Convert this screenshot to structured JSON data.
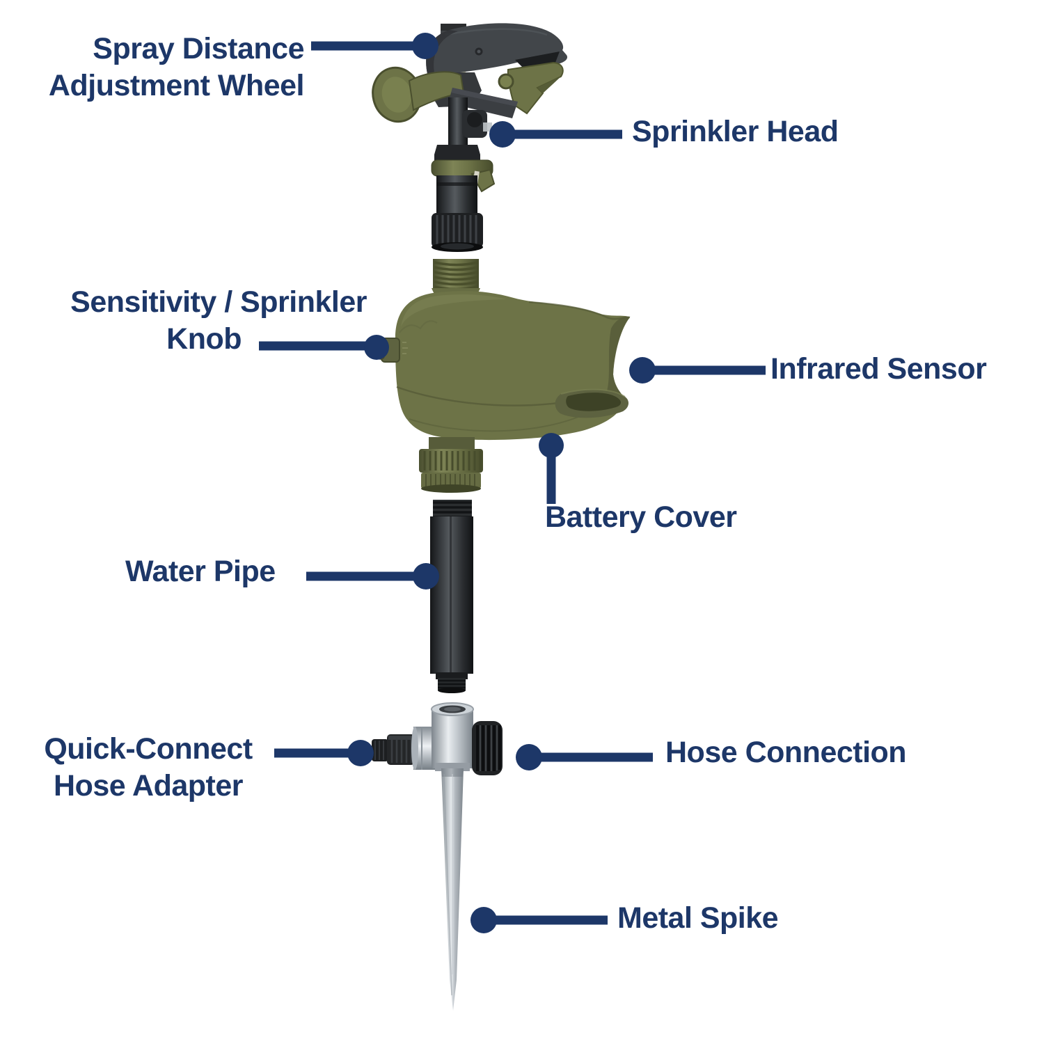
{
  "colors": {
    "label_text": "#1d3768",
    "callout_line": "#1d3768",
    "olive_green": "#6d7347",
    "dark_plastic": "#202224",
    "metal_silver": "#c9ced3",
    "background": "#ffffff"
  },
  "labels": {
    "spray_distance_line1": "Spray Distance",
    "spray_distance_line2": "Adjustment Wheel",
    "sprinkler_head": "Sprinkler Head",
    "sensitivity_line1": "Sensitivity / Sprinkler",
    "sensitivity_line2": "Knob",
    "infrared_sensor": "Infrared Sensor",
    "battery_cover": "Battery Cover",
    "water_pipe": "Water Pipe",
    "quick_connect_line1": "Quick-Connect",
    "quick_connect_line2": "Hose Adapter",
    "hose_connection": "Hose Connection",
    "metal_spike": "Metal Spike"
  }
}
